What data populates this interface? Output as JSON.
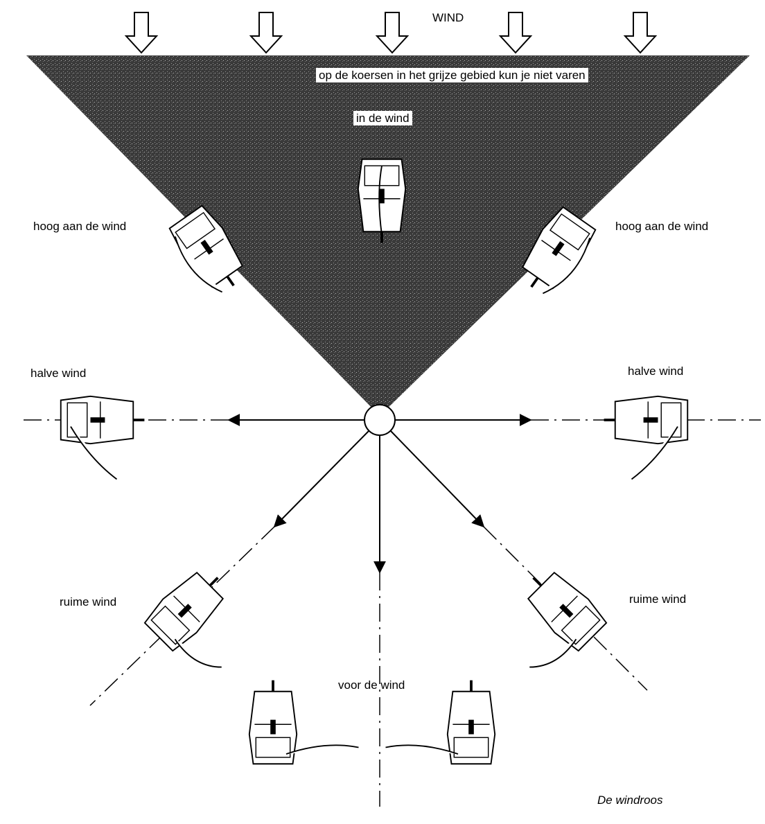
{
  "diagram": {
    "wind_label": "WIND",
    "no_go_label": "op de koersen in het grijze gebied kun je niet varen",
    "in_de_wind": "in de wind",
    "hoog_aan_de_wind_left": "hoog aan de wind",
    "hoog_aan_de_wind_right": "hoog aan de wind",
    "halve_wind_left": "halve wind",
    "halve_wind_right": "halve wind",
    "ruime_wind_left": "ruime wind",
    "ruime_wind_right": "ruime wind",
    "voor_de_wind": "voor de wind",
    "caption": "De windroos"
  },
  "colors": {
    "ink": "#000000",
    "no_go_zone": "#3a3a3a",
    "paper": "#ffffff"
  }
}
